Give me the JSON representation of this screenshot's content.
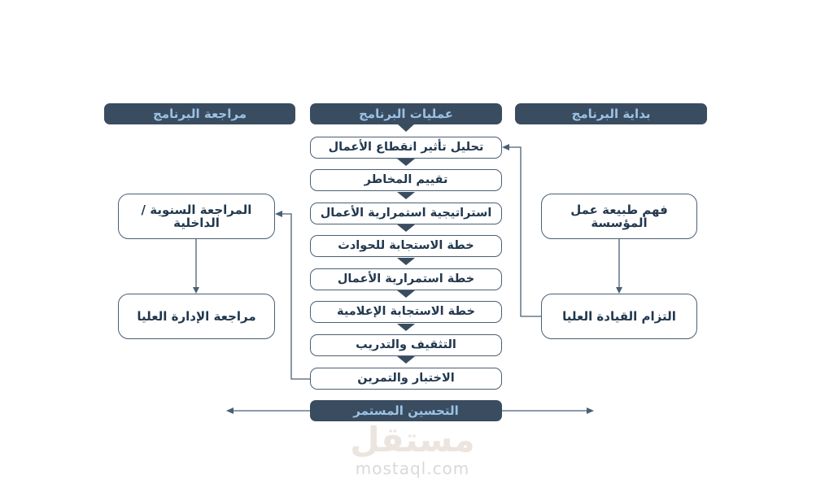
{
  "diagram": {
    "headers": {
      "review": "مراجعة البرنامج",
      "operations": "عمليات البرنامج",
      "start": "بداية البرنامج"
    },
    "process_steps": [
      "تحليل تأثير انقطاع الأعمال",
      "تقييم المخاطر",
      "استراتيجية استمرارية الأعمال",
      "خطة الاستجابة للحوادث",
      "خطة استمرارية الأعمال",
      "خطة الاستجابة الإعلامية",
      "التثقيف والتدريب",
      "الاختبار والتمرين"
    ],
    "continuous_improvement": "التحسين المستمر",
    "start_column": {
      "understand_org": "فهم طبيعة عمل المؤسسة",
      "leadership_commitment": "التزام القيادة العليا"
    },
    "review_column": {
      "annual_internal_review": "المراجعة السنوية / الداخلية",
      "senior_management_review": "مراجعة الإدارة العليا"
    },
    "colors": {
      "dark_fill": "#3a4c60",
      "header_text": "#9cc2e4",
      "box_border": "#4a5f75",
      "box_text": "#22384e",
      "connector": "#4a5f75"
    }
  },
  "watermark": {
    "logo": "مستقل",
    "url": "mostaql.com"
  }
}
